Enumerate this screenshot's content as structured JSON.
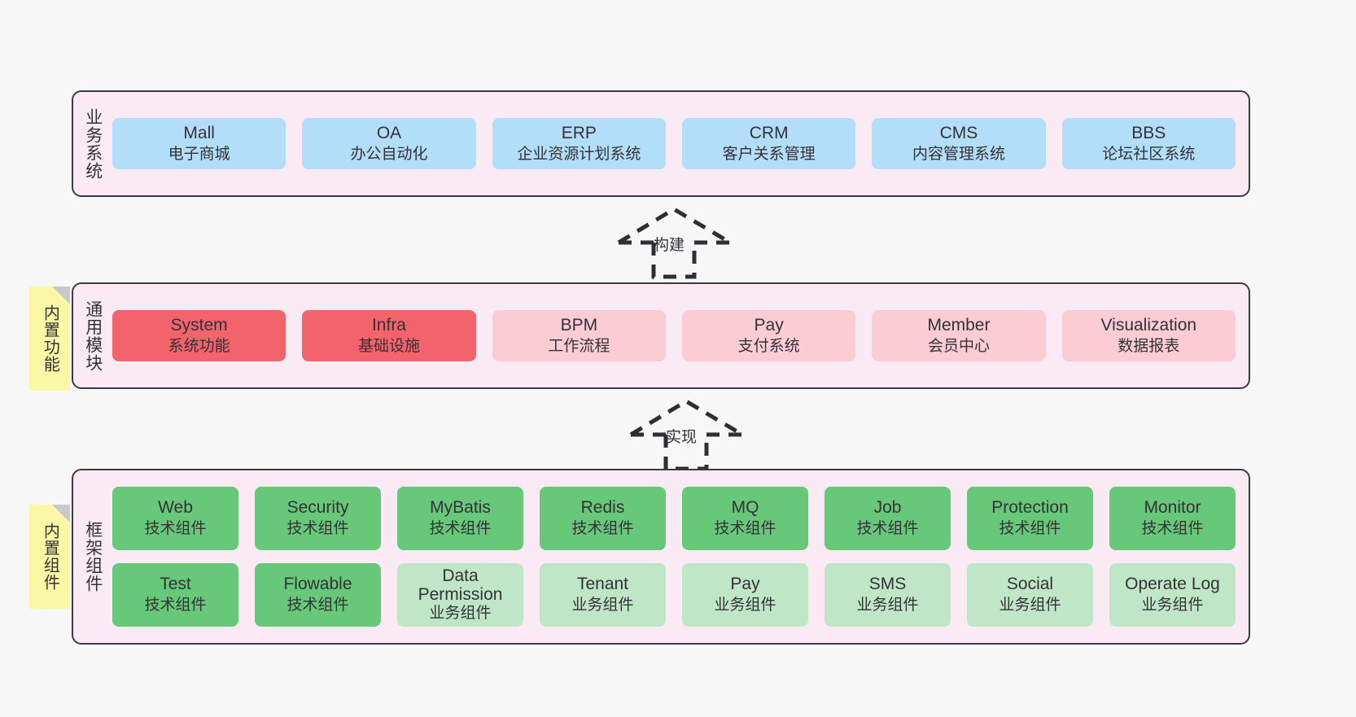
{
  "page": {
    "background": "#f8f7f7",
    "container_fill": "#f9eaf4",
    "container_border": "#3a3a40"
  },
  "colors": {
    "blue": "#b3defa",
    "red": "#f2636b",
    "pink": "#fbccd3",
    "green": "#66c878",
    "light_green": "#bfe6c6",
    "sticky_yellow": "#fbf8a5",
    "sticky_fold": "#c9c9c9",
    "text": "#333237"
  },
  "layers": [
    {
      "id": "business-systems",
      "label": "业务系统",
      "rows": [
        {
          "boxes": [
            {
              "title": "Mall",
              "subtitle": "电子商城",
              "style": "blue"
            },
            {
              "title": "OA",
              "subtitle": "办公自动化",
              "style": "blue"
            },
            {
              "title": "ERP",
              "subtitle": "企业资源计划系统",
              "style": "blue"
            },
            {
              "title": "CRM",
              "subtitle": "客户关系管理",
              "style": "blue"
            },
            {
              "title": "CMS",
              "subtitle": "内容管理系统",
              "style": "blue"
            },
            {
              "title": "BBS",
              "subtitle": "论坛社区系统",
              "style": "blue"
            }
          ]
        }
      ]
    },
    {
      "id": "common-modules",
      "label": "通用模块",
      "sticky": "内置功能",
      "rows": [
        {
          "boxes": [
            {
              "title": "System",
              "subtitle": "系统功能",
              "style": "red"
            },
            {
              "title": "Infra",
              "subtitle": "基础设施",
              "style": "red"
            },
            {
              "title": "BPM",
              "subtitle": "工作流程",
              "style": "pink"
            },
            {
              "title": "Pay",
              "subtitle": "支付系统",
              "style": "pink"
            },
            {
              "title": "Member",
              "subtitle": "会员中心",
              "style": "pink"
            },
            {
              "title": "Visualization",
              "subtitle": "数据报表",
              "style": "pink"
            }
          ]
        }
      ]
    },
    {
      "id": "framework-components",
      "label": "框架组件",
      "sticky": "内置组件",
      "rows": [
        {
          "boxes": [
            {
              "title": "Web",
              "subtitle": "技术组件",
              "style": "green"
            },
            {
              "title": "Security",
              "subtitle": "技术组件",
              "style": "green"
            },
            {
              "title": "MyBatis",
              "subtitle": "技术组件",
              "style": "green"
            },
            {
              "title": "Redis",
              "subtitle": "技术组件",
              "style": "green"
            },
            {
              "title": "MQ",
              "subtitle": "技术组件",
              "style": "green"
            },
            {
              "title": "Job",
              "subtitle": "技术组件",
              "style": "green"
            },
            {
              "title": "Protection",
              "subtitle": "技术组件",
              "style": "green"
            },
            {
              "title": "Monitor",
              "subtitle": "技术组件",
              "style": "green"
            }
          ]
        },
        {
          "boxes": [
            {
              "title": "Test",
              "subtitle": "技术组件",
              "style": "green"
            },
            {
              "title": "Flowable",
              "subtitle": "技术组件",
              "style": "green"
            },
            {
              "title": "Data Permission",
              "subtitle": "业务组件",
              "style": "light_green"
            },
            {
              "title": "Tenant",
              "subtitle": "业务组件",
              "style": "light_green"
            },
            {
              "title": "Pay",
              "subtitle": "业务组件",
              "style": "light_green"
            },
            {
              "title": "SMS",
              "subtitle": "业务组件",
              "style": "light_green"
            },
            {
              "title": "Social",
              "subtitle": "业务组件",
              "style": "light_green"
            },
            {
              "title": "Operate Log",
              "subtitle": "业务组件",
              "style": "light_green"
            }
          ]
        }
      ]
    }
  ],
  "connectors": [
    {
      "id": "build-arrow",
      "label": "构建",
      "direction": "up"
    },
    {
      "id": "implement-arrow",
      "label": "实现",
      "direction": "up"
    }
  ]
}
